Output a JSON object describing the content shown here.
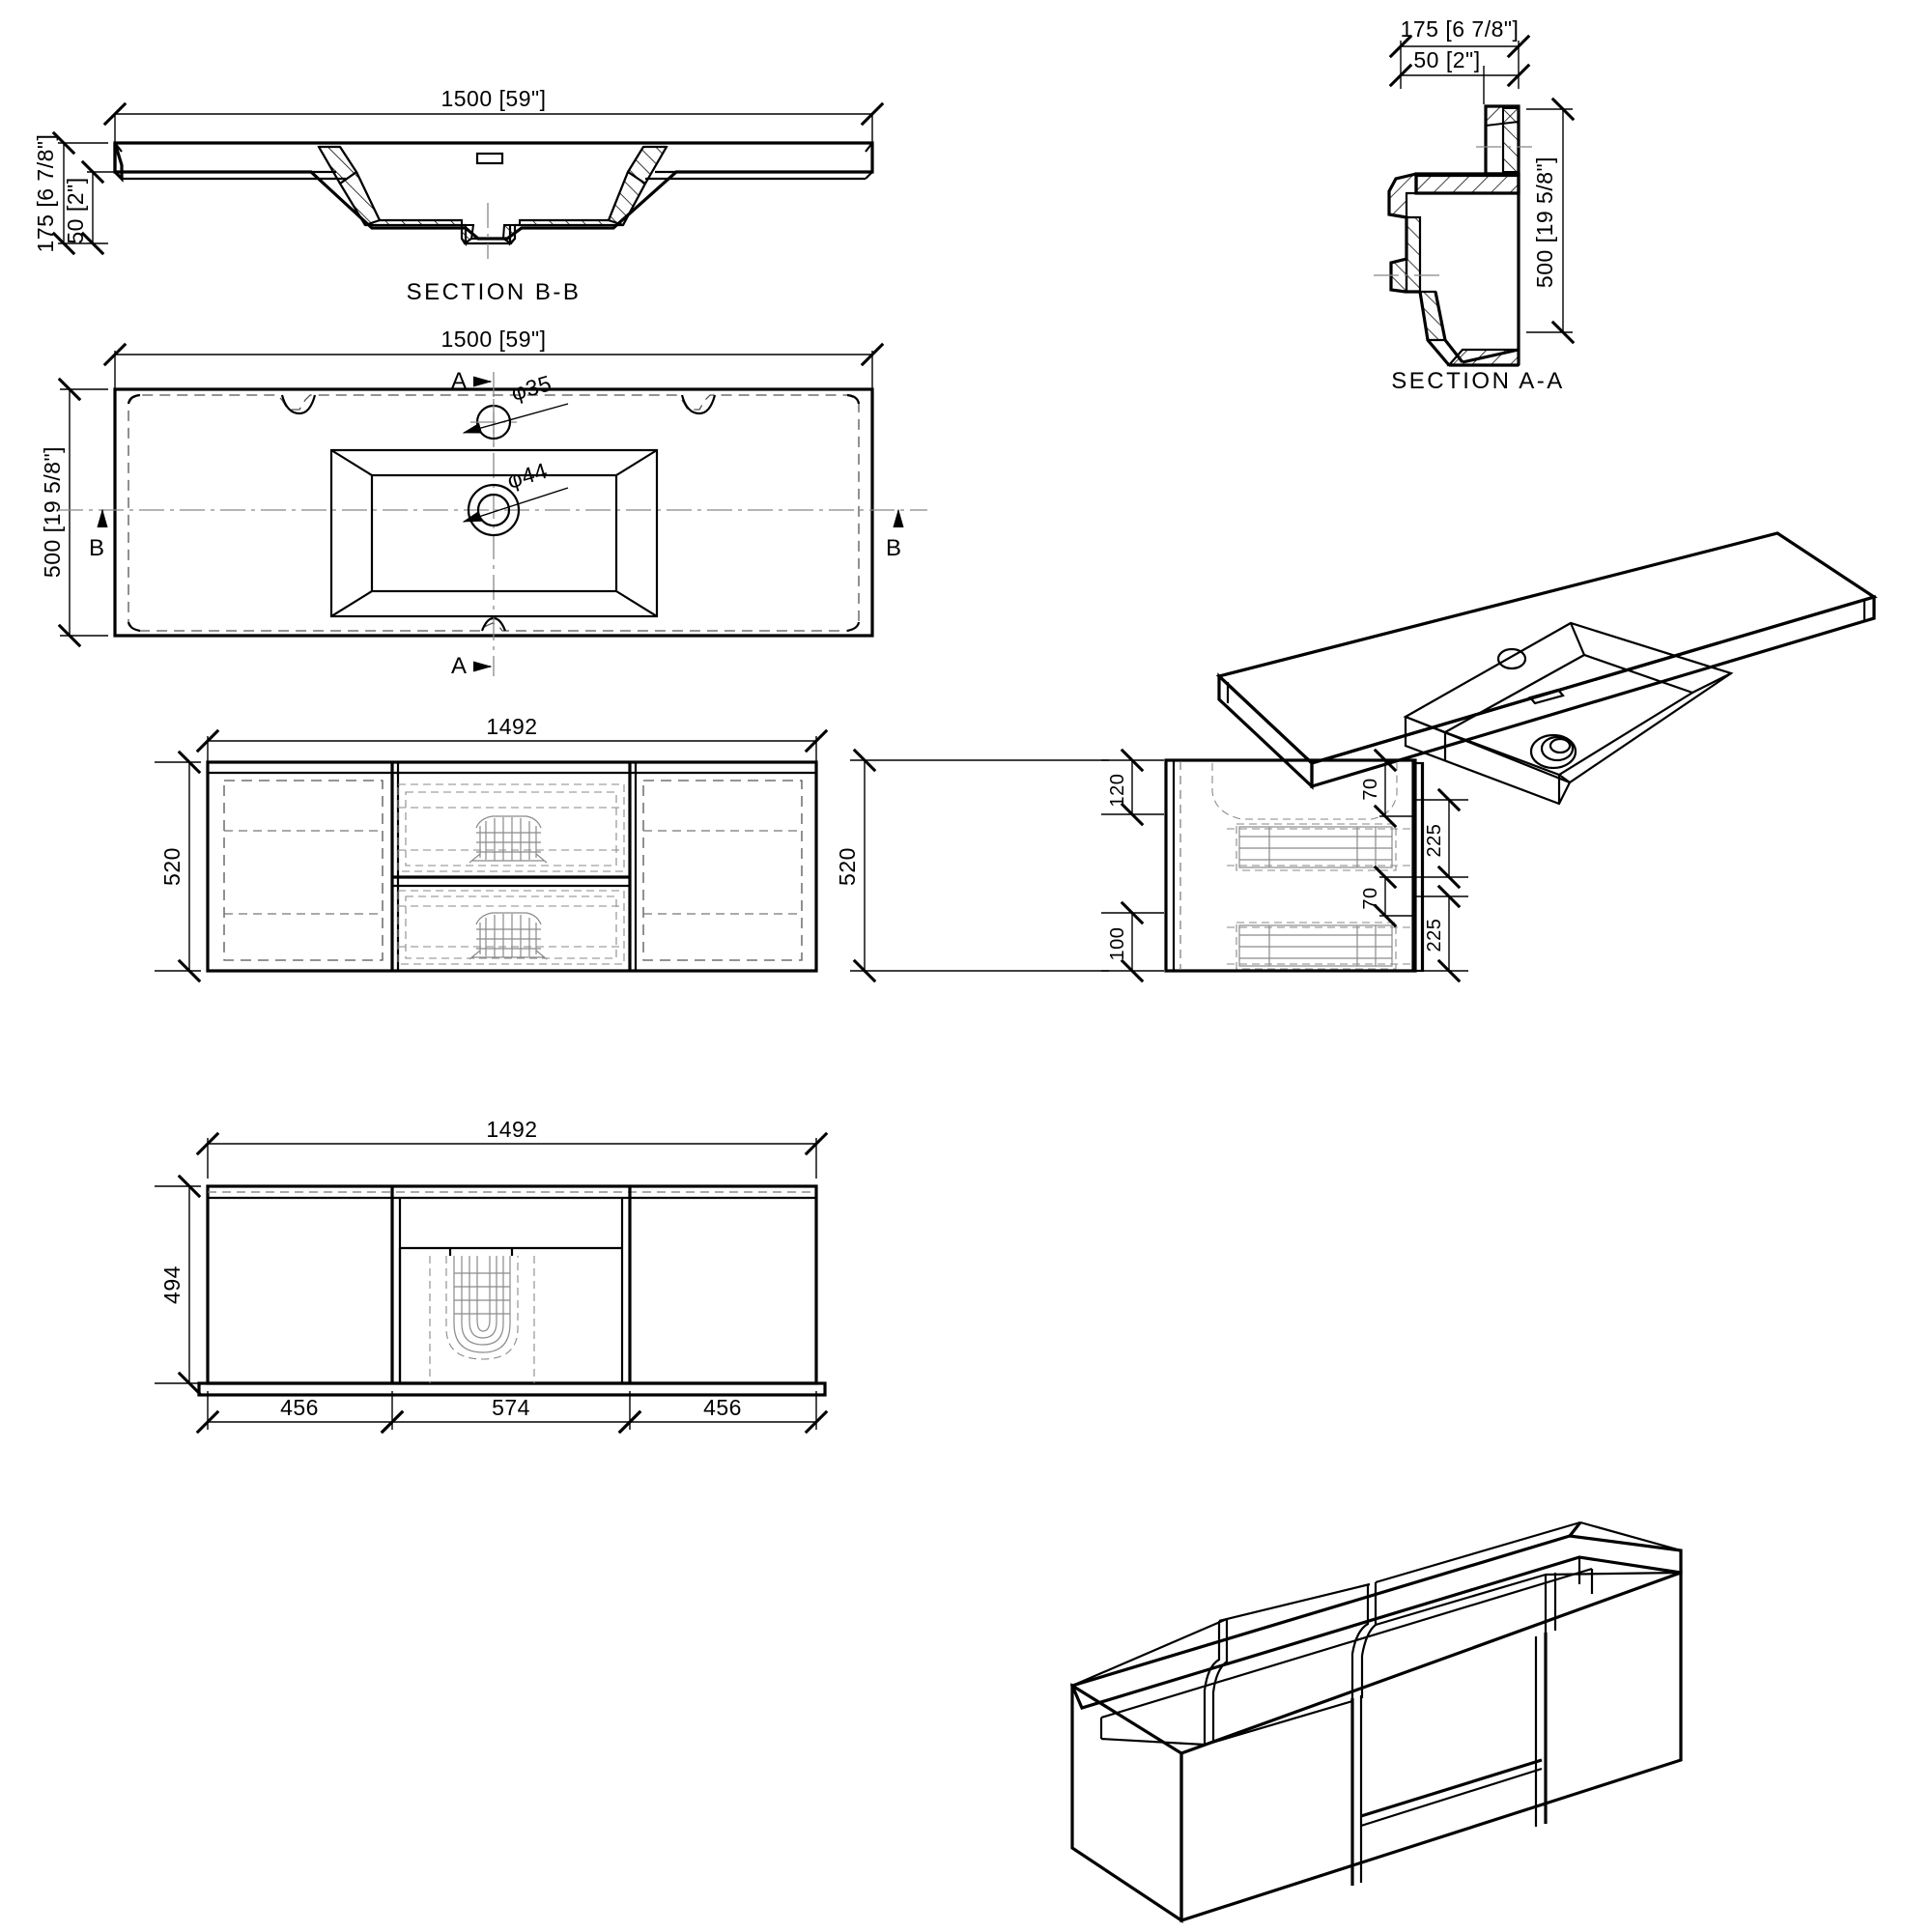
{
  "drawing": {
    "type": "mechanical-engineering-drawing",
    "subject": "Wall-mounted bathroom vanity with integrated washbasin",
    "units_note": "mm [inches]"
  },
  "views": {
    "section_bb": {
      "title": "SECTION B-B",
      "dims": {
        "width": "1500 [59\"]",
        "height_total": "175 [6 7/8\"]",
        "height_rim": "50 [2\"]"
      }
    },
    "section_aa": {
      "title": "SECTION A-A",
      "dims": {
        "depth_total": "175 [6 7/8\"]",
        "depth_rim": "50 [2\"]",
        "height": "500 [19 5/8\"]"
      }
    },
    "plan": {
      "dims": {
        "width": "1500 [59\"]",
        "depth": "500 [19 5/8\"]",
        "tap_hole": "φ35",
        "drain_hole": "φ44"
      },
      "markers": {
        "a_top": "A",
        "a_bottom": "A",
        "b_left": "B",
        "b_right": "B"
      }
    },
    "cabinet_front": {
      "dims": {
        "width": "1492",
        "height": "520"
      }
    },
    "cabinet_side": {
      "dims": {
        "height": "520",
        "top_offset": "120",
        "bottom_offset": "100",
        "drawer_gap_upper": "70",
        "drawer_gap_lower": "70",
        "drawer_depth_upper": "225",
        "drawer_depth_lower": "225"
      }
    },
    "cabinet_rear": {
      "dims": {
        "width": "1492",
        "height": "494",
        "bay_left": "456",
        "bay_center": "574",
        "bay_right": "456"
      }
    },
    "iso_basin": {
      "label": "isometric-basin"
    },
    "iso_cabinet": {
      "label": "isometric-cabinet"
    }
  },
  "colors": {
    "line": "#000000",
    "hidden": "#555555",
    "center": "#888888",
    "ghost": "#8a8a8a",
    "background": "#ffffff"
  }
}
